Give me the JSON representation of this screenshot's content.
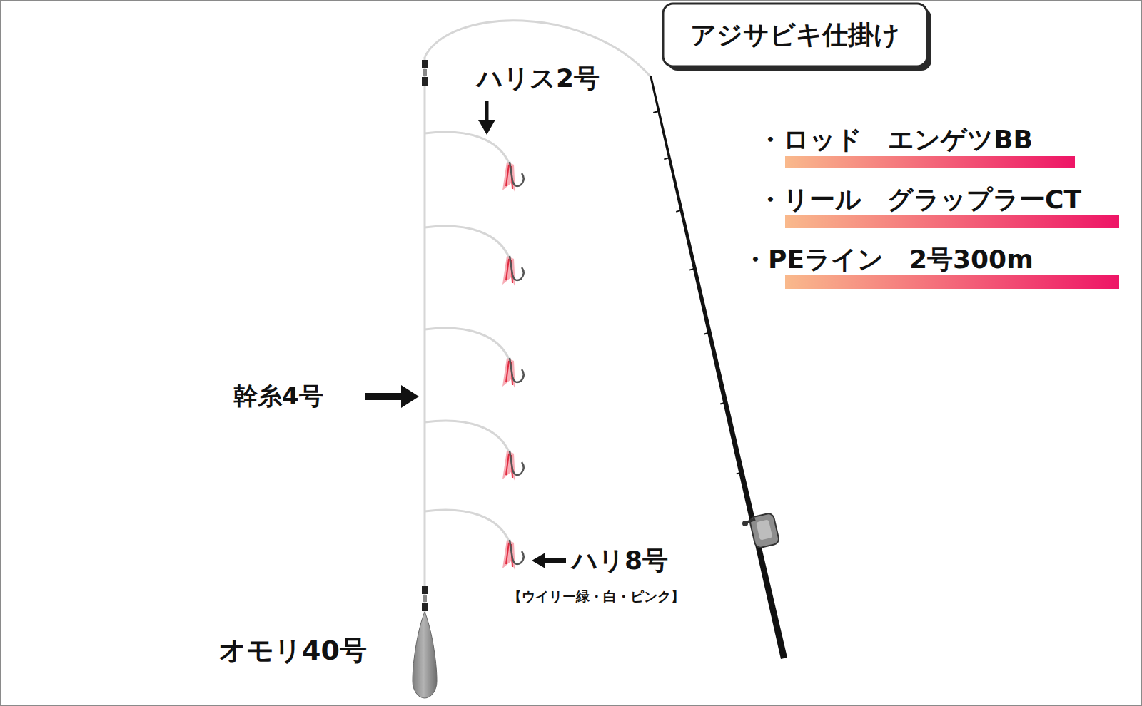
{
  "diagram": {
    "title": "アジサビキ仕掛け",
    "labels": [
      "ハリス2号",
      "・ロッド　エンゲツBB",
      "・リール　グラップラーCT",
      "・PEライン　2号300m",
      "幹糸4号",
      "ハリ8号",
      "【ウイリー緑・白・ピンク】",
      "オモリ40号"
    ]
  }
}
